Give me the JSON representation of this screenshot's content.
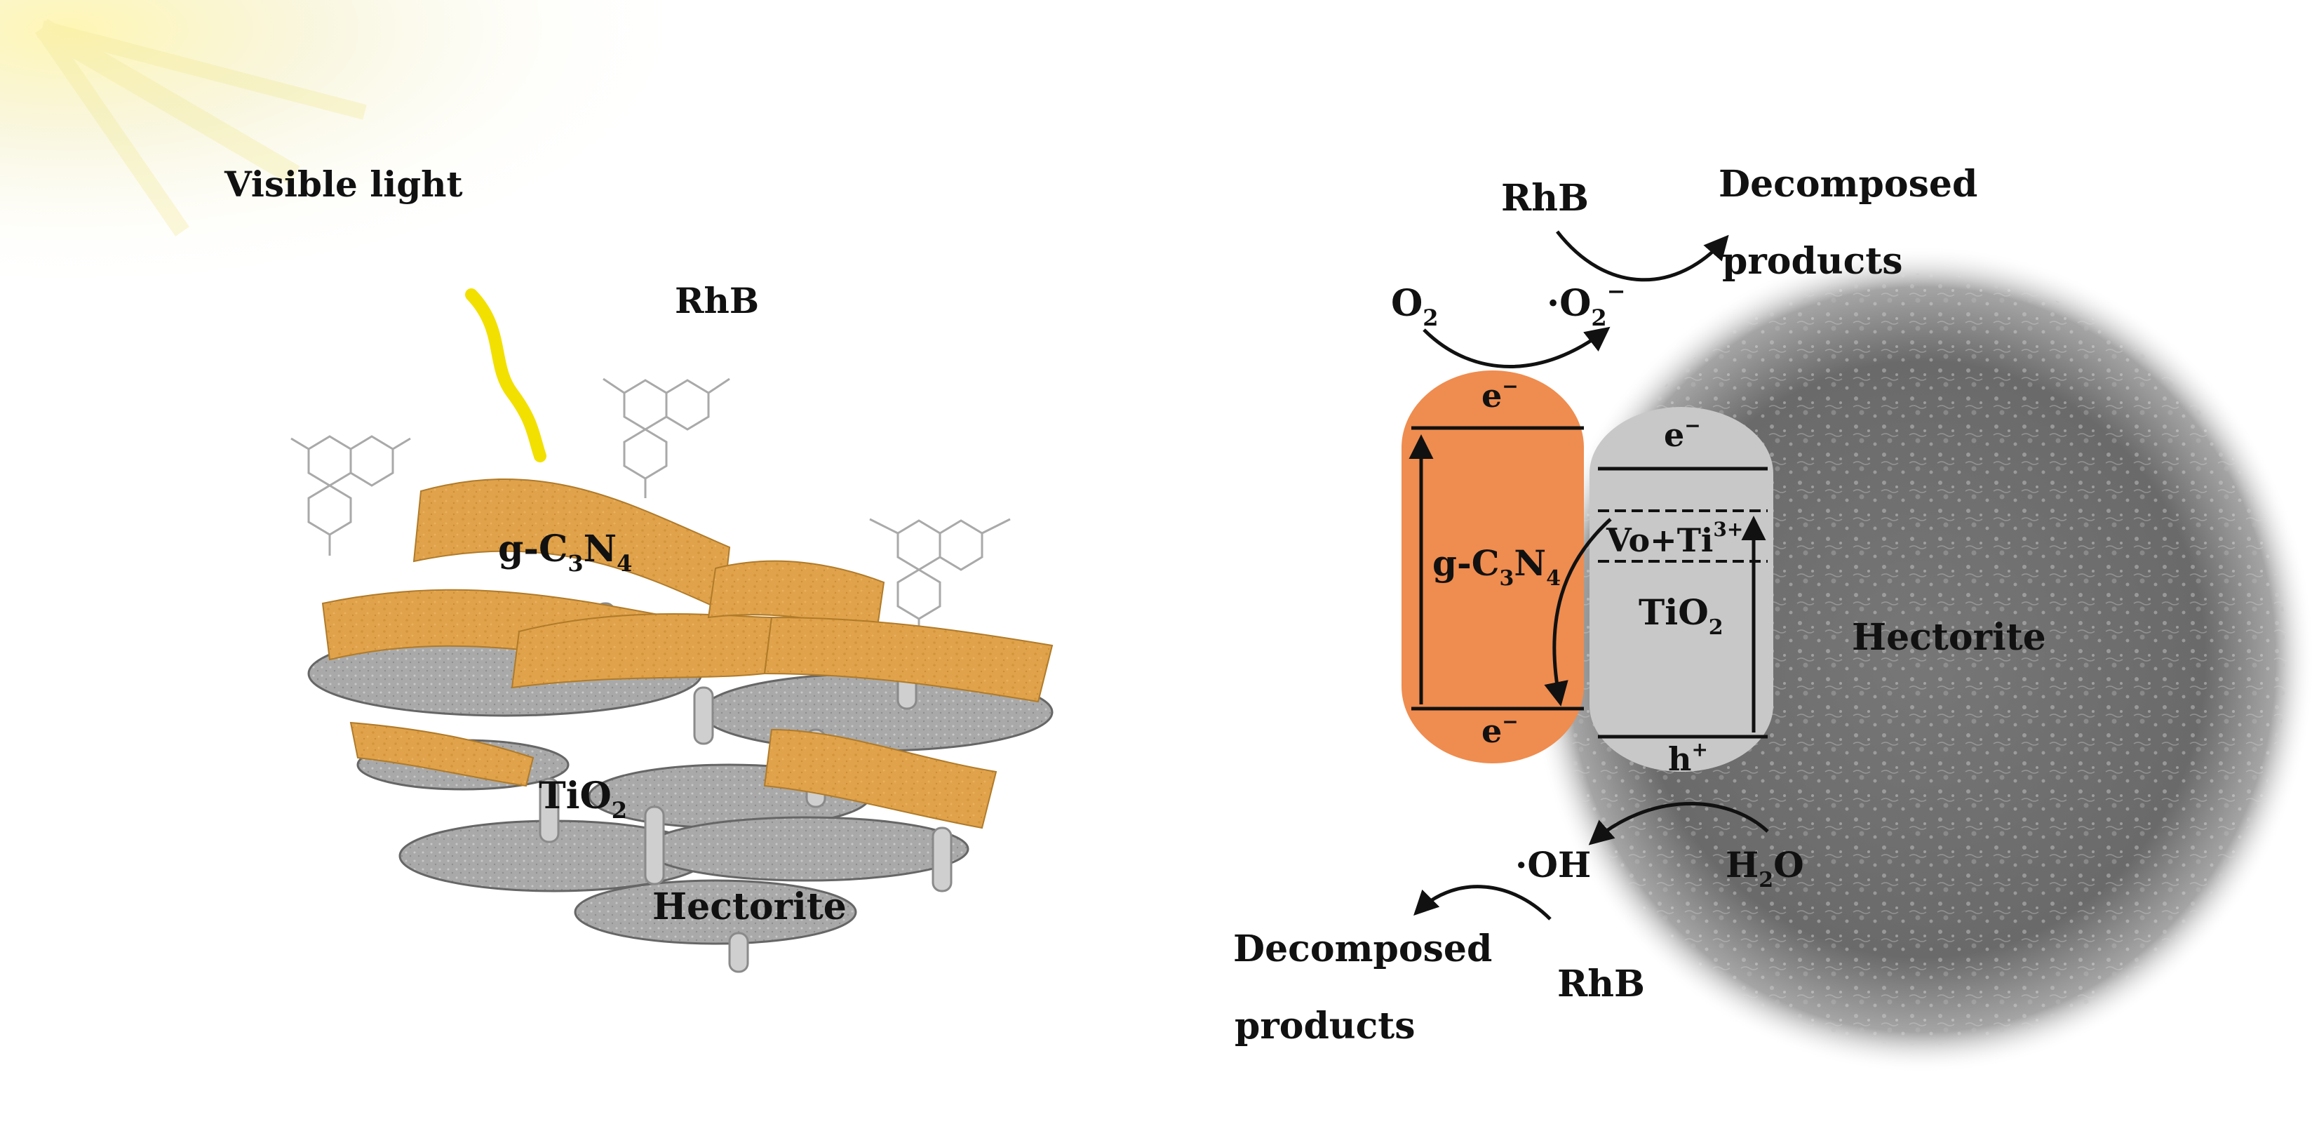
{
  "left_panel": {
    "visible_light": "Visible light",
    "rhb": "RhB",
    "gcn_prefix": "g-C",
    "gcn_sub1": "3",
    "gcn_mid": "N",
    "gcn_sub2": "4",
    "tio2_main": "TiO",
    "tio2_sub": "2",
    "hectorite": "Hectorite"
  },
  "right_panel": {
    "rhb_top": "RhB",
    "decomposed_top_1": "Decomposed",
    "decomposed_top_2": "products",
    "o2_main": "O",
    "o2_sub": "2",
    "superoxide_main": "·O",
    "superoxide_sub": "2",
    "superoxide_sup": "−",
    "gcn_e_top": "e",
    "gcn_e_bottom": "e",
    "electron_sup": "−",
    "gcn_prefix": "g-C",
    "gcn_sub1": "3",
    "gcn_mid": "N",
    "gcn_sub2": "4",
    "tio2_e_top": "e",
    "vo_label": "Vo+Ti",
    "vo_sup": "3+",
    "tio2_main": "TiO",
    "tio2_sub": "2",
    "hole_main": "h",
    "hole_sup": "+",
    "hectorite": "Hectorite",
    "oh_label": "·OH",
    "h2o_main": "H",
    "h2o_sub": "2",
    "h2o_end": "O",
    "decomposed_bottom_1": "Decomposed",
    "decomposed_bottom_2": "products",
    "rhb_bottom": "RhB"
  },
  "colors": {
    "gcn_band": "#ef8c4f",
    "tio2_band": "#c8c8c8",
    "ribbon": "#e0a24a",
    "disc": "#a8a8a8",
    "light_ray": "#f2e000",
    "hectorite_sphere": "#6f6f6f"
  }
}
